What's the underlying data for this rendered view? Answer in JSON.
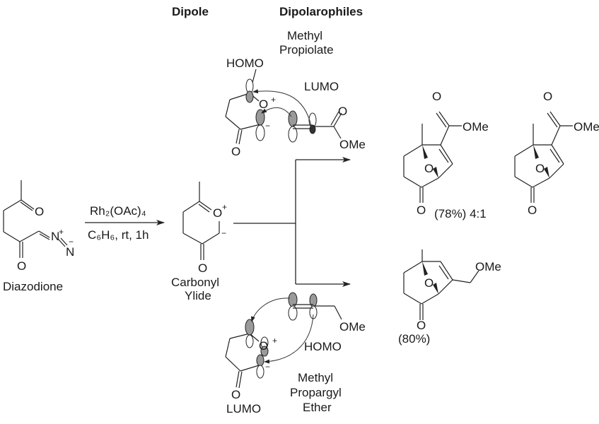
{
  "headers": {
    "dipole": "Dipole",
    "dipolarophiles": "Dipolarophiles"
  },
  "starting_material": {
    "name": "Diazodione",
    "atoms": {
      "o1": "O",
      "o2": "O",
      "n1": "N",
      "n2": "N",
      "plus": "+",
      "minus": "−"
    }
  },
  "reagents": {
    "catalyst": "Rh₂(OAc)₄",
    "conditions": "C₆H₆, rt, 1h"
  },
  "intermediate": {
    "name_line1": "Carbonyl",
    "name_line2": "Ylide",
    "atoms": {
      "o_ring": "O",
      "o_keto": "O",
      "plus": "+",
      "minus": "−"
    }
  },
  "top_fmo": {
    "dipole_orbital": "HOMO",
    "dipolarophile_orbital": "LUMO",
    "dipolarophile_name_line1": "Methyl",
    "dipolarophile_name_line2": "Propiolate",
    "atoms": {
      "o_ring": "O",
      "o_keto": "O",
      "o_carbonyl": "O",
      "ome": "OMe",
      "plus": "+",
      "minus": "−"
    }
  },
  "bottom_fmo": {
    "dipole_orbital": "LUMO",
    "dipolarophile_orbital": "HOMO",
    "dipolarophile_name_line1": "Methyl",
    "dipolarophile_name_line2": "Propargyl",
    "dipolarophile_name_line3": "Ether",
    "atoms": {
      "o_keto": "O",
      "o_ring": "O",
      "ome": "OMe",
      "plus": "+",
      "minus": "−"
    }
  },
  "products_top": {
    "yield_ratio": "(78%) 4:1",
    "product1": {
      "ome": "OMe",
      "o_ester": "O",
      "o_bridge": "O",
      "o_keto": "O"
    },
    "product2": {
      "ome": "OMe",
      "o_ester": "O",
      "o_bridge": "O",
      "o_keto": "O"
    }
  },
  "products_bottom": {
    "yield": "(80%)",
    "product": {
      "ome": "OMe",
      "o_bridge": "O",
      "o_keto": "O"
    }
  },
  "colors": {
    "ink": "#222222",
    "lobe_shaded": "#9a9a9a",
    "background": "#ffffff"
  }
}
